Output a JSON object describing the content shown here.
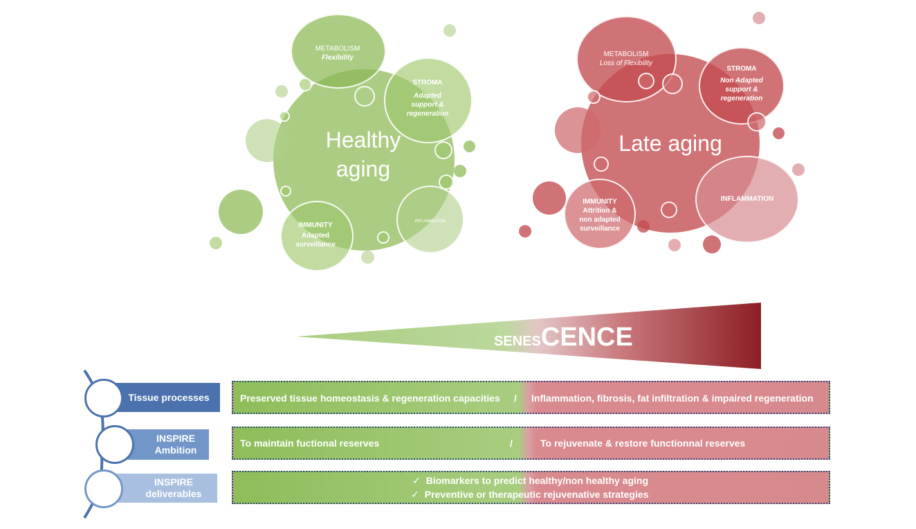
{
  "healthy": {
    "title_line1": "Healthy",
    "title_line2": "aging",
    "metabolism": "METABOLISM",
    "metabolism_sub": "Flexibility",
    "stroma": "STROMA",
    "stroma_sub1": "Adapted",
    "stroma_sub2": "support &",
    "stroma_sub3": "regeneration",
    "immunity": "IMMUNITY",
    "immunity_sub1": "Adapted",
    "immunity_sub2": "surveillance",
    "inflammation": "INFLAMMATION"
  },
  "late": {
    "title": "Late aging",
    "metabolism": "METABOLISM",
    "metabolism_sub": "Loss of Flexibility",
    "stroma": "STROMA",
    "stroma_sub1": "Non Adapted",
    "stroma_sub2": "support &",
    "stroma_sub3": "regeneration",
    "immunity": "IMMUNITY",
    "immunity_sub1": "Attrition &",
    "immunity_sub2": "non adapted",
    "immunity_sub3": "surveillance",
    "inflammation": "INFLAMMATION"
  },
  "senescence": {
    "small": "SENES",
    "large": "CENCE"
  },
  "rows": [
    {
      "tab1": "Tissue processes",
      "left": "Preserved tissue homeostasis & regeneration capacities",
      "sep": "/",
      "right": "Inflammation, fibrosis, fat infiltration & impaired regeneration"
    },
    {
      "tab1": "INSPIRE",
      "tab2": "Ambition",
      "left": "To maintain fuctional reserves",
      "sep": "/",
      "right": "To rejuvenate & restore functionnal reserves"
    },
    {
      "tab1": "INSPIRE",
      "tab2": "deliverables",
      "bullet1": "Biomarkers to predict healthy/non healthy aging",
      "bullet2": "Preventive or therapeutic rejuvenative strategies",
      "check": "✓"
    }
  ],
  "colors": {
    "green": "#8ebd5a",
    "red": "#c0474c",
    "blue_dark": "#4c72ad",
    "blue_mid": "#7296c8",
    "blue_light": "#a9bfe0"
  }
}
